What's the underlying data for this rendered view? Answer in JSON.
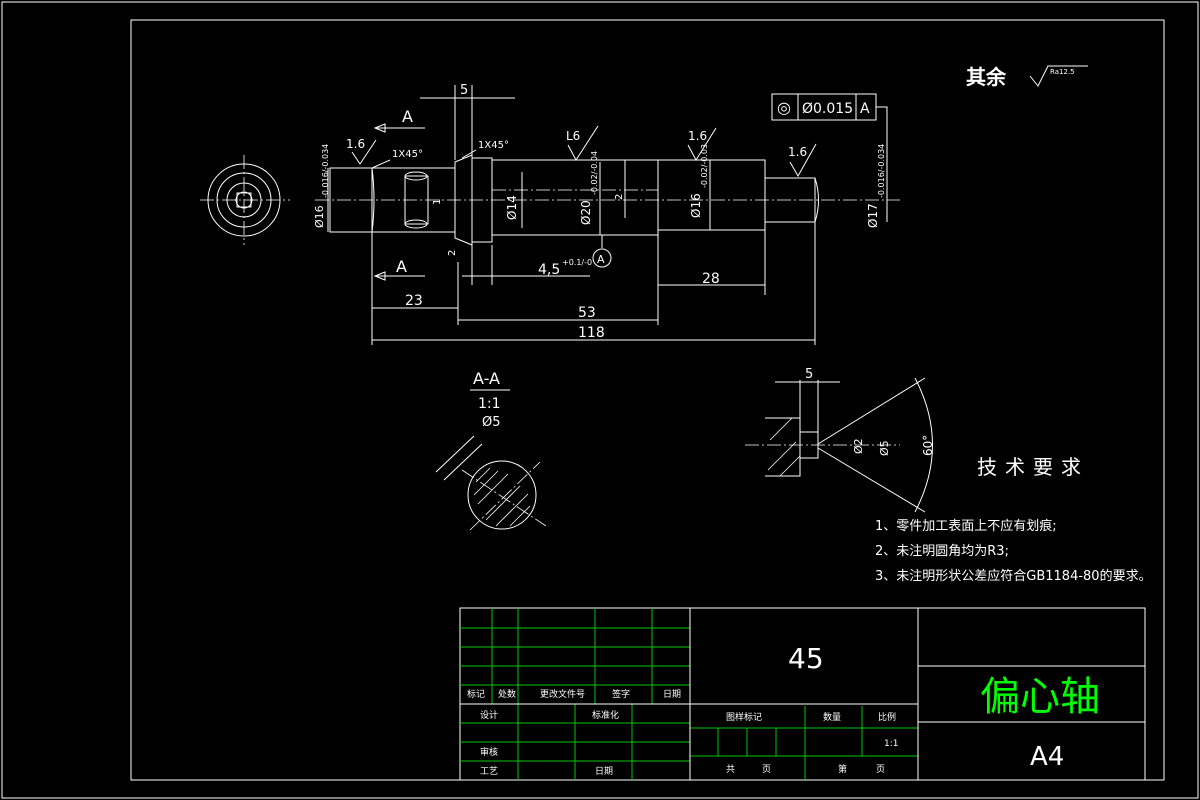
{
  "roughness": {
    "label": "其余",
    "value": "Ra12.5"
  },
  "tolerance_frame": {
    "symbol": "◎",
    "value": "Ø0.015",
    "datum": "A"
  },
  "finish_marks": [
    "1.6",
    "L6",
    "1.6",
    "1.6"
  ],
  "chamfers": [
    "1X45°",
    "1X45°"
  ],
  "dims": {
    "d5": "5",
    "d23": "23",
    "d53": "53",
    "d118": "118",
    "d28": "28",
    "d45": "4,5",
    "d45_tol": "+0.1/-0",
    "dia16": "Ø16",
    "dia16_tol": "-0.016/-0.034",
    "dia14": "Ø14",
    "dia20": "Ø20",
    "dia20_tol": "-0.02/-0.04",
    "dia16b": "Ø16",
    "dia16b_tol": "-0.02/-0.03",
    "dia17": "Ø17",
    "dia17_tol": "-0.016/-0.034",
    "small2": "2",
    "small2b": "2",
    "small1": "1",
    "datumA": "A"
  },
  "section": {
    "label": "A-A",
    "scale": "1:1",
    "hole": "Ø5"
  },
  "detail": {
    "d5": "5",
    "d2": "Ø2",
    "d5b": "Ø5",
    "angle": "60°"
  },
  "section_arrows": [
    "A",
    "A"
  ],
  "tech_req": {
    "title": "技术要求",
    "items": [
      "1、零件加工表面上不应有划痕;",
      "2、未注明圆角均为R3;",
      "3、未注明形状公差应符合GB1184-80的要求。"
    ]
  },
  "title_block": {
    "material": "45",
    "part_name": "偏心轴",
    "sheet": "A4",
    "scale_value": "1:1",
    "labels": {
      "mark": "标记",
      "count": "处数",
      "doc": "更改文件号",
      "sign": "签字",
      "date": "日期",
      "design": "设计",
      "standard": "标准化",
      "stage": "图样标记",
      "weight": "数量",
      "ratio": "比例",
      "review": "审核",
      "process": "工艺",
      "date2": "日期",
      "total": "共",
      "page": "页",
      "nth": "第",
      "page2": "页"
    }
  }
}
